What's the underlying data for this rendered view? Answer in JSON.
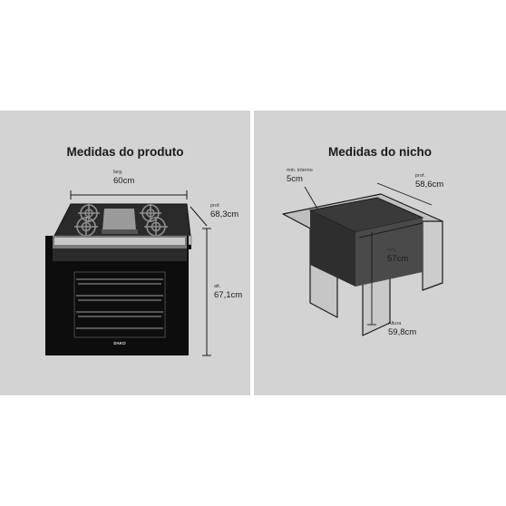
{
  "product": {
    "title": "Medidas do produto",
    "width": {
      "key": "larg.",
      "value": "60cm"
    },
    "depth": {
      "key": "prof.",
      "value": "68,3cm"
    },
    "height": {
      "key": "alt.",
      "value": "67,1cm"
    },
    "brand": "DAKO"
  },
  "niche": {
    "title": "Medidas do nicho",
    "min_internal": {
      "key": "min. interno",
      "value": "5cm"
    },
    "depth": {
      "key": "prof.",
      "value": "58,6cm"
    },
    "width": {
      "key": "larg.",
      "value": "57cm"
    },
    "height": {
      "key": "Altura",
      "value": "59,8cm"
    }
  },
  "colors": {
    "panel_bg": "#d3d3d3",
    "stove_body": "#0d0d0d",
    "steel": "#8a8a8a"
  }
}
